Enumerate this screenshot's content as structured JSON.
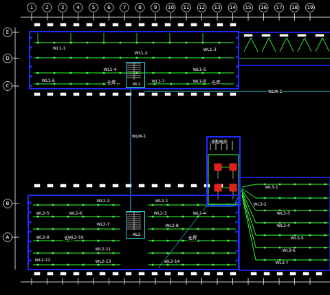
{
  "diagram": {
    "nodes": [
      {
        "text": [
          "仓库",
          "仓库"
        ]
      },
      {
        "text": [
          "AL1"
        ],
        "in": 0
      },
      {
        "text": [
          "仓库",
          "仓库"
        ]
      },
      {
        "text": [
          "AL2"
        ],
        "in": 2
      },
      {
        "text": [
          "变配电所"
        ]
      }
    ],
    "edges": [
      {
        "from": 1,
        "to": 3,
        "arrow": "none",
        "label": "WLM-1"
      }
    ],
    "labels": [
      "1",
      "2",
      "3",
      "4",
      "5",
      "6",
      "7",
      "8",
      "9",
      "10",
      "11",
      "12",
      "13",
      "14",
      "15",
      "16",
      "17",
      "18",
      "19",
      "E",
      "D",
      "C",
      "B",
      "A",
      "WL1-1",
      "WL1-2",
      "WL1-3",
      "WL1-4",
      "WL1-5",
      "WL1-6",
      "WL1-7",
      "WL1-8",
      "WLM-2",
      "WL2-1",
      "WL2-2",
      "WL2-3",
      "WL2-4",
      "WL2-5",
      "WL2-6",
      "WL2-7",
      "WL2-8",
      "WL2-9",
      "WL2-10",
      "WL2-11",
      "WL2-12",
      "WL2-13",
      "WL2-14",
      "WL3-1",
      "WL3-2",
      "WL3-3",
      "WL3-4",
      "WL3-5",
      "WL3-6",
      "WL3-7"
    ]
  }
}
